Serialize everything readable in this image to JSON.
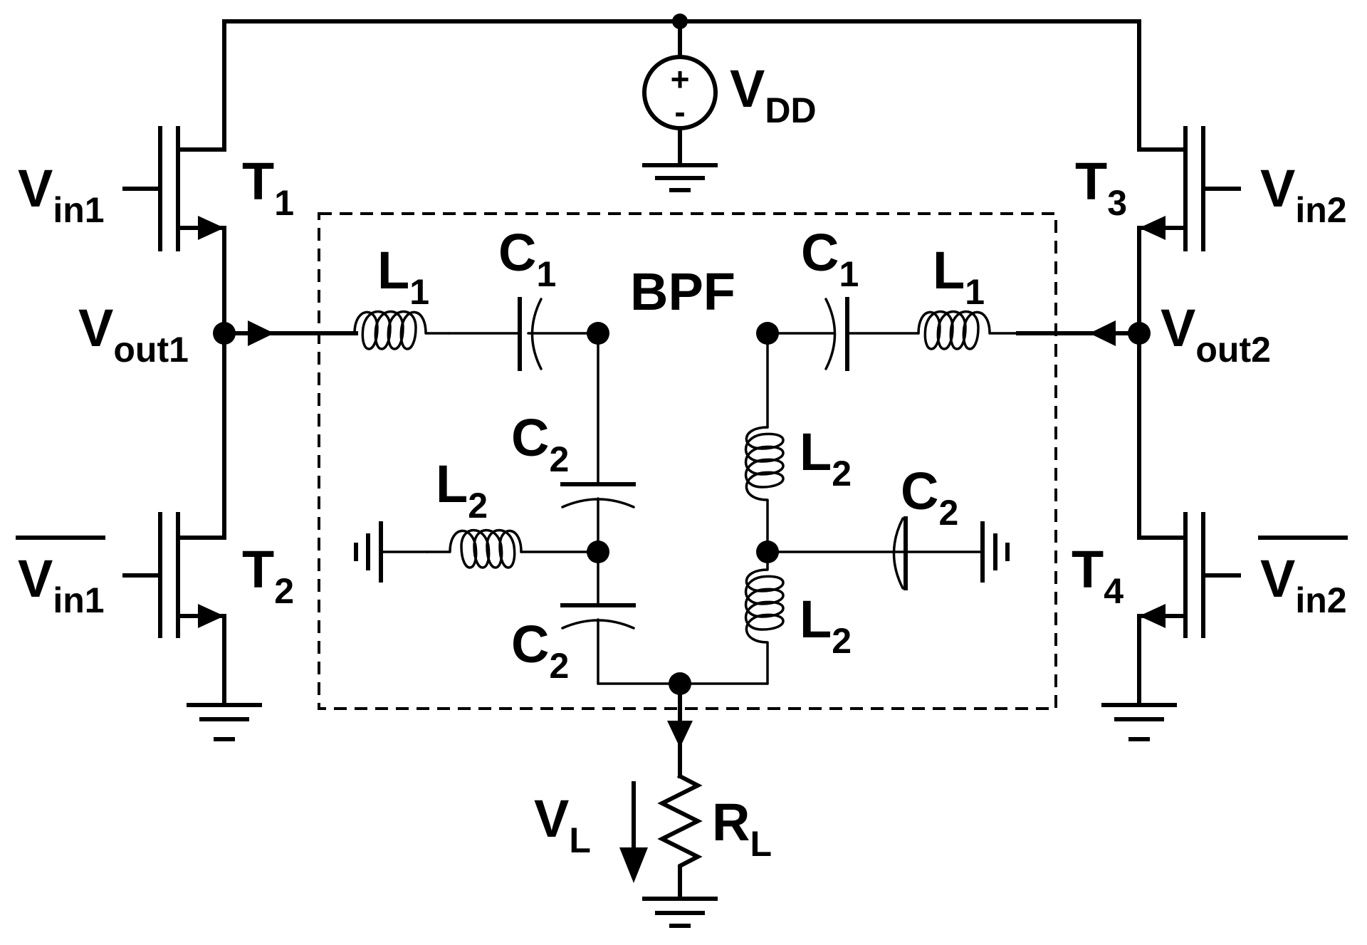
{
  "labels": {
    "vdd_main": "V",
    "vdd_sub": "DD",
    "vin1_main": "V",
    "vin1_sub": "in1",
    "vin1b_main": "V",
    "vin1b_sub": "in1",
    "vin2_main": "V",
    "vin2_sub": "in2",
    "vin2b_main": "V",
    "vin2b_sub": "in2",
    "vout1_main": "V",
    "vout1_sub": "out1",
    "vout2_main": "V",
    "vout2_sub": "out2",
    "t1_main": "T",
    "t1_sub": "1",
    "t2_main": "T",
    "t2_sub": "2",
    "t3_main": "T",
    "t3_sub": "3",
    "t4_main": "T",
    "t4_sub": "4",
    "bpf": "BPF",
    "l1_left_main": "L",
    "l1_left_sub": "1",
    "c1_left_main": "C",
    "c1_left_sub": "1",
    "c1_right_main": "C",
    "c1_right_sub": "1",
    "l1_right_main": "L",
    "l1_right_sub": "1",
    "c2_top_main": "C",
    "c2_top_sub": "2",
    "c2_bottom_main": "C",
    "c2_bottom_sub": "2",
    "l2_left_main": "L",
    "l2_left_sub": "2",
    "l2_top_main": "L",
    "l2_top_sub": "2",
    "l2_bottom_main": "L",
    "l2_bottom_sub": "2",
    "c2_right_main": "C",
    "c2_right_sub": "2",
    "vl_main": "V",
    "vl_sub": "L",
    "rl_main": "R",
    "rl_sub": "L",
    "plus": "+",
    "minus": "-"
  }
}
